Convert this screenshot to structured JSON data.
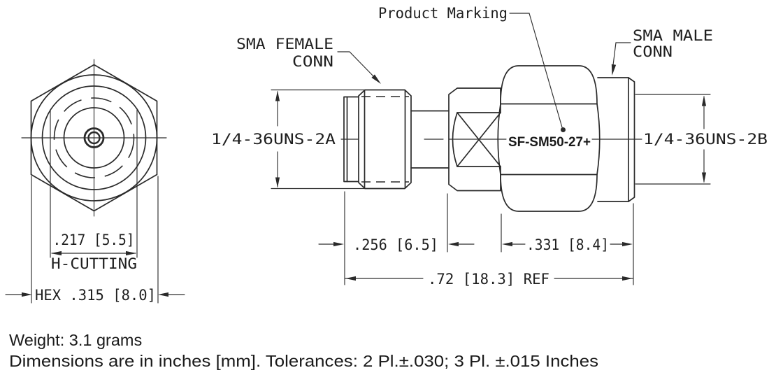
{
  "page": {
    "background": "#ffffff",
    "line_color": "#2a2a2a"
  },
  "drawing": {
    "callouts": {
      "product_marking": "Product Marking",
      "female_conn_line1": "SMA FEMALE",
      "female_conn_line2": "CONN",
      "male_conn_line1": "SMA MALE",
      "male_conn_line2": "CONN"
    },
    "labels": {
      "female_thread": "1/4-36UNS-2A",
      "male_thread": "1/4-36UNS-2B",
      "product_code": "SF-SM50-27+"
    },
    "dimensions": {
      "h_cut": ".217 [5.5]",
      "h_cut_note": "H-CUTTING",
      "hex": "HEX .315 [8.0]",
      "female_length": ".256 [6.5]",
      "hex_length": ".331 [8.4]",
      "overall_length": ".72 [18.3] REF"
    },
    "notes": {
      "weight": "Weight: 3.1 grams",
      "tolerances": "Dimensions are in inches [mm]. Tolerances: 2 Pl.±.030; 3 Pl. ±.015 Inches"
    }
  }
}
